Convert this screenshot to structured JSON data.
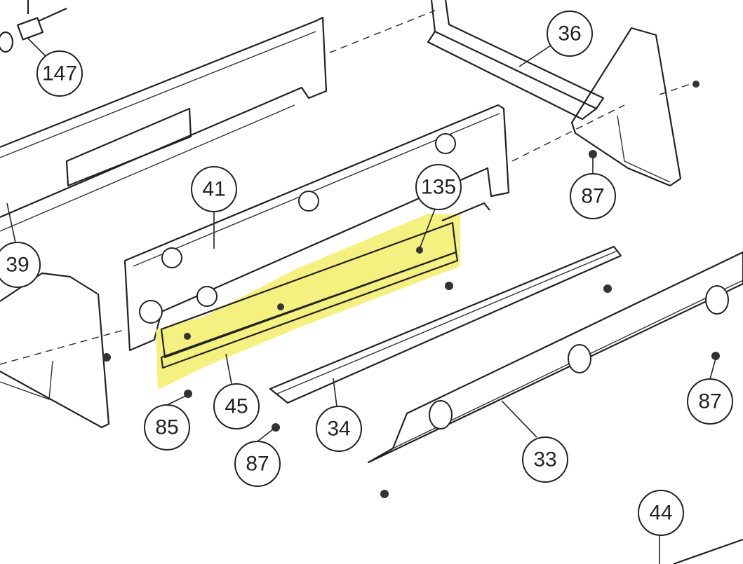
{
  "diagram": {
    "highlight_color": "#f3ef6a",
    "highlighted_part": "45",
    "callouts": {
      "c147": "147",
      "c36": "36",
      "c41": "41",
      "c135": "135",
      "c87a": "87",
      "c39": "39",
      "c85": "85",
      "c45": "45",
      "c34": "34",
      "c87b": "87",
      "c33": "33",
      "c87c": "87",
      "c44": "44"
    }
  }
}
